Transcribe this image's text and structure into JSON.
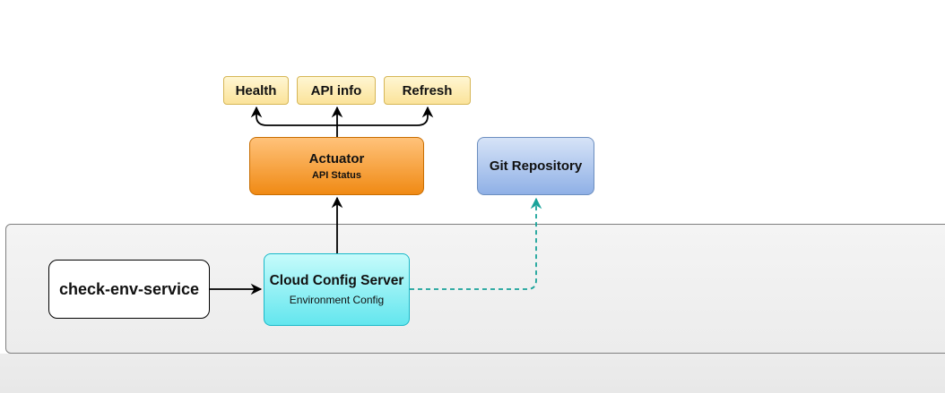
{
  "diagram": {
    "leaves": [
      {
        "id": "health",
        "label": "Health"
      },
      {
        "id": "api-info",
        "label": "API info"
      },
      {
        "id": "refresh",
        "label": "Refresh"
      }
    ],
    "actuator": {
      "title": "Actuator",
      "subtitle": "API Status"
    },
    "git": {
      "title": "Git Repository"
    },
    "service": {
      "title": "check-env-service"
    },
    "config_server": {
      "title": "Cloud Config Server",
      "subtitle": "Environment Config"
    },
    "colors": {
      "leaf_fill": "#fbe39a",
      "leaf_border": "#d6b656",
      "actuator_fill": "#f08a14",
      "git_fill": "#8fb0e6",
      "config_server_fill": "#63e6ee",
      "dashed_link": "#1aa39a",
      "solid_link": "#000000"
    },
    "edges": [
      {
        "from": "check-env-service",
        "to": "Cloud Config Server",
        "style": "solid"
      },
      {
        "from": "Cloud Config Server",
        "to": "Actuator",
        "style": "solid"
      },
      {
        "from": "Actuator",
        "to": "Health",
        "style": "solid"
      },
      {
        "from": "Actuator",
        "to": "API info",
        "style": "solid"
      },
      {
        "from": "Actuator",
        "to": "Refresh",
        "style": "solid"
      },
      {
        "from": "Cloud Config Server",
        "to": "Git Repository",
        "style": "dashed"
      }
    ]
  }
}
